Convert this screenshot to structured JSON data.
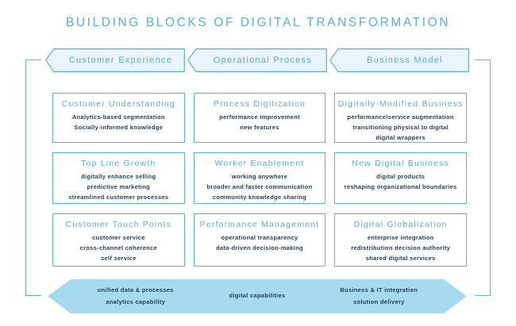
{
  "title": "BUILDING BLOCKS OF DIGITAL TRANSFORMATION",
  "colors": {
    "accent_blue": "#53ade3",
    "border_blue": "#58b2e4",
    "chevron_fill": "#e9f5fc",
    "banner_fill": "#a6daee",
    "dark_text": "#1f3b54"
  },
  "columns": [
    {
      "header": "Customer Experience",
      "blocks": [
        {
          "title": "Customer Understanding",
          "items": [
            "Analytics-based segmentation",
            "Socially-informed knowledge"
          ]
        },
        {
          "title": "Top Line Growth",
          "items": [
            "digitally enhance selling",
            "predictive marketing",
            "streamlined customer processes"
          ]
        },
        {
          "title": "Customer Touch Points",
          "items": [
            "customer service",
            "cross-channel coherence",
            "self service"
          ]
        }
      ]
    },
    {
      "header": "Operational Process",
      "blocks": [
        {
          "title": "Process Digitization",
          "items": [
            "performance improvement",
            "new features"
          ]
        },
        {
          "title": "Worker Enablement",
          "items": [
            "working anywhere",
            "broader and faster communication",
            "community knowledge sharing"
          ]
        },
        {
          "title": "Performance Management",
          "items": [
            "operational transparency",
            "data-driven decision-making"
          ]
        }
      ]
    },
    {
      "header": "Business Model",
      "blocks": [
        {
          "title": "Digitally-Modified Business",
          "items": [
            "performance/service augmentation",
            "transitioning physical to digital",
            "digital wrappers"
          ]
        },
        {
          "title": "New Digital Business",
          "items": [
            "digital products",
            "reshaping organizational boundaries"
          ]
        },
        {
          "title": "Digital Globalization",
          "items": [
            "enterprise integration",
            "redistribution decision authority",
            "shared digital services"
          ]
        }
      ]
    }
  ],
  "foundation": {
    "left": [
      "unified data & processes",
      "analytics capability"
    ],
    "center": [
      "digital capabilities"
    ],
    "right": [
      "Business & IT integration",
      "solution delivery"
    ]
  }
}
